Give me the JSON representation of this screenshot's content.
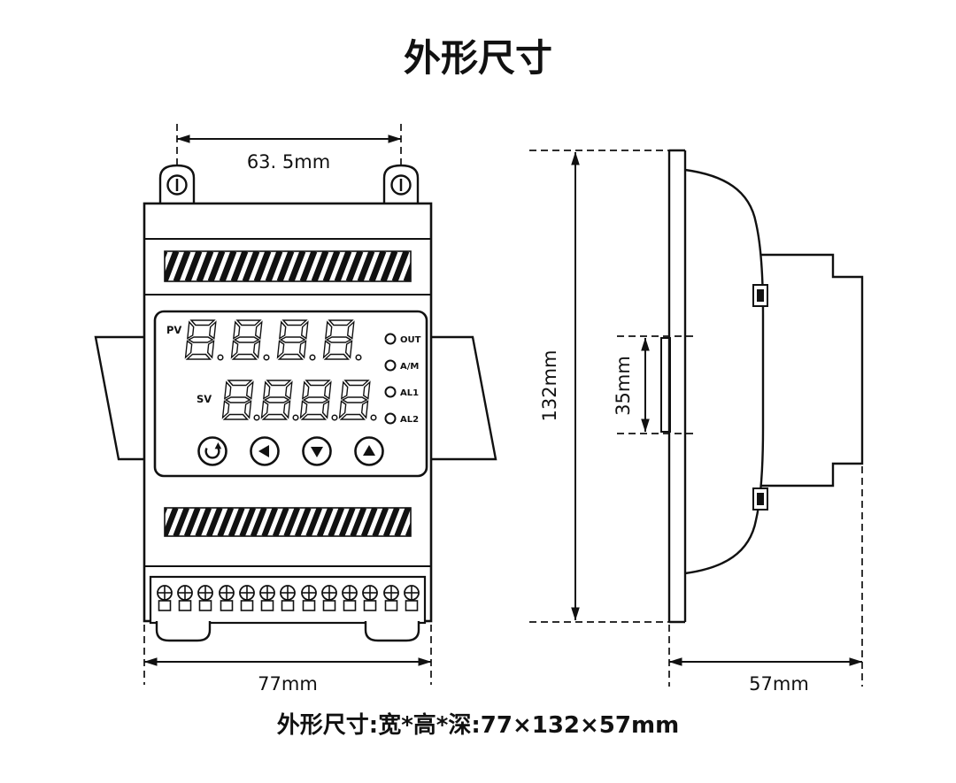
{
  "page": {
    "title": "外形尺寸",
    "caption": "外形尺寸:宽*高*深:77×132×57mm"
  },
  "dimensions": {
    "mount_hole_spacing": "63. 5mm",
    "width": "77mm",
    "height": "132mm",
    "rail_section": "35mm",
    "depth": "57mm"
  },
  "panel": {
    "pv_label": "PV",
    "sv_label": "SV",
    "pv_display": "8.8.8.8.",
    "sv_display": "8.8.8.8.",
    "indicators": [
      "OUT",
      "A/M",
      "AL1",
      "AL2"
    ],
    "buttons": [
      "loop-set",
      "left",
      "down",
      "up"
    ]
  },
  "colors": {
    "line": "#111111",
    "background": "#ffffff"
  }
}
